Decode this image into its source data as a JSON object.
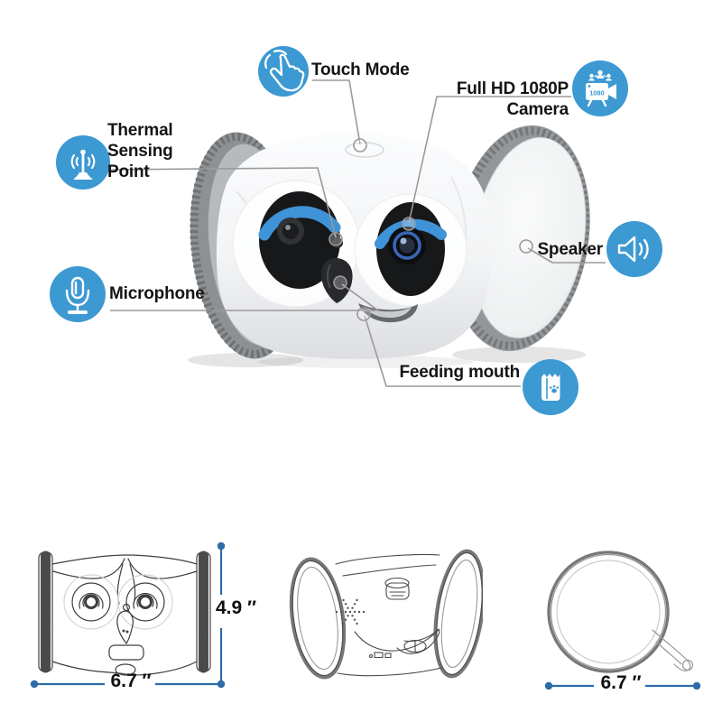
{
  "callouts": [
    {
      "label": "Touch Mode",
      "icon": "touch-gesture-icon"
    },
    {
      "label": "Full HD 1080P Camera",
      "icon": "video-camera-icon",
      "badge": "1080"
    },
    {
      "label": "Thermal Sensing Point",
      "icon": "antenna-signal-icon"
    },
    {
      "label": "Microphone",
      "icon": "microphone-icon"
    },
    {
      "label": "Speaker",
      "icon": "speaker-icon"
    },
    {
      "label": "Feeding mouth",
      "icon": "pet-food-bag-icon"
    }
  ],
  "dimensions": {
    "front_width": "6.7 ″",
    "front_height": "4.9 ″",
    "side_width": "6.7 ″"
  },
  "colors": {
    "accent_blue": "#3c99d2",
    "dimension_blue": "#2d6ca8",
    "leader_line_gray": "#9a9a9a"
  }
}
